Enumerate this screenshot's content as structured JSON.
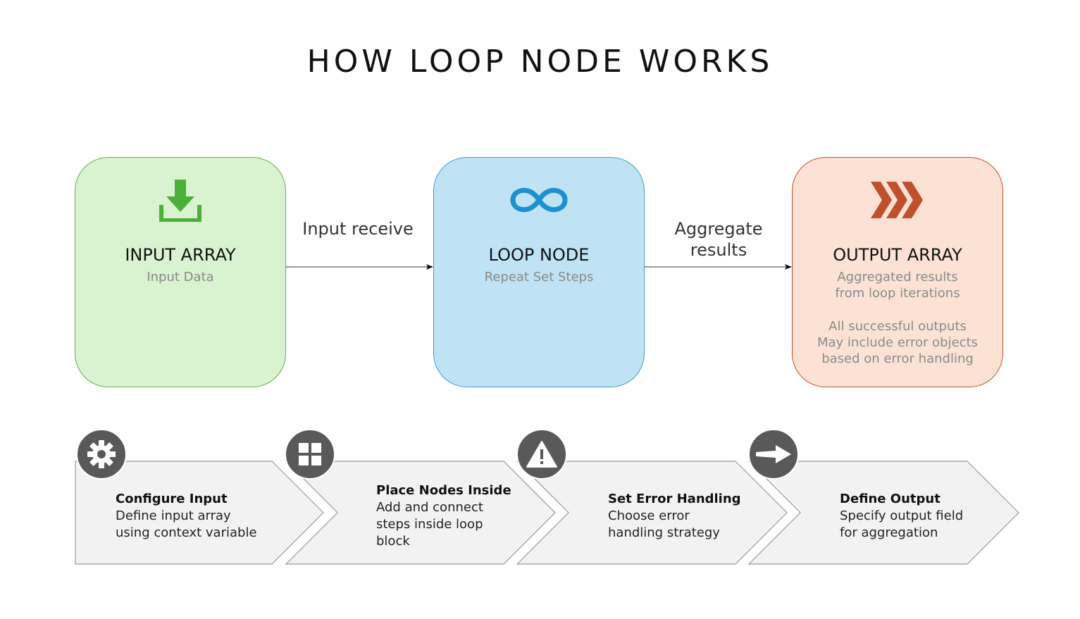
{
  "title": "HOW LOOP NODE WORKS",
  "boxes": {
    "input": {
      "title": "INPUT ARRAY",
      "subtitle": "Input Data",
      "icon": "download-icon",
      "color": "#d9f2d0",
      "accent": "#4caf3a"
    },
    "loop": {
      "title": "LOOP NODE",
      "subtitle": "Repeat Set Steps",
      "icon": "infinity-icon",
      "color": "#bfe3f4",
      "accent": "#1e8fd0"
    },
    "output": {
      "title": "OUTPUT ARRAY",
      "subtitle_lines": [
        "Aggregated results",
        "from loop iterations"
      ],
      "note_lines": [
        "All successful outputs",
        "May include error objects",
        "based on error handling"
      ],
      "icon": "triple-chevron-icon",
      "color": "#fbe2d5",
      "accent": "#c0502a"
    }
  },
  "connectors": {
    "input_to_loop": "Input receive",
    "loop_to_output": [
      "Aggregate",
      "results"
    ]
  },
  "steps": [
    {
      "icon": "gear-icon",
      "title": "Configure Input",
      "lines": [
        "Define input array",
        "using context variable"
      ]
    },
    {
      "icon": "window-grid-icon",
      "title": "Place Nodes Inside",
      "lines": [
        "Add and connect",
        "steps inside loop",
        "block"
      ]
    },
    {
      "icon": "warning-triangle-icon",
      "title": "Set Error Handling",
      "lines": [
        "Choose error",
        "handling strategy"
      ]
    },
    {
      "icon": "arrow-right-icon",
      "title": "Define Output",
      "lines": [
        "Specify output field",
        "for aggregation"
      ]
    }
  ]
}
